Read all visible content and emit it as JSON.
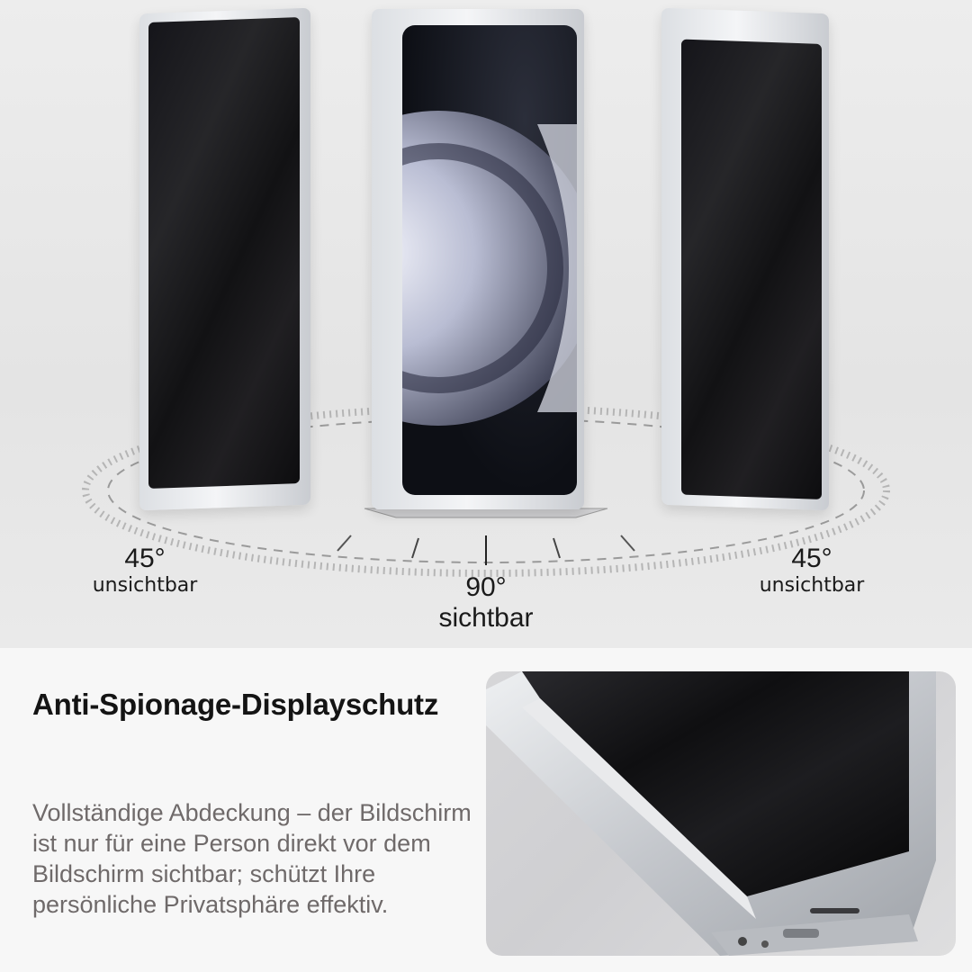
{
  "angles": {
    "left": {
      "degree": "45°",
      "label": "unsichtbar"
    },
    "center": {
      "degree": "90°",
      "label": "sichtbar"
    },
    "right": {
      "degree": "45°",
      "label": "unsichtbar"
    }
  },
  "feature": {
    "title": "Anti-Spionage-Displayschutz",
    "description": "Vollständige Abdeckung – der Bildschirm ist nur für eine Person direkt vor dem Bildschirm sichtbar; schützt Ihre persönliche Privatsphäre effektiv."
  },
  "colors": {
    "title": "#141414",
    "description": "#6f6a6a",
    "background_top": "#e8e8e8",
    "background_bottom": "#f7f7f7"
  },
  "icons": [
    "privacy-protractor-arc"
  ]
}
